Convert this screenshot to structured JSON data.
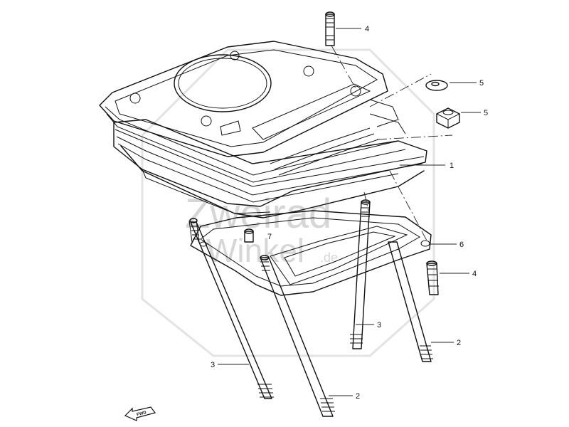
{
  "watermark": {
    "line1": "Zweirad",
    "line2": "Winkel",
    "suffix": ".de"
  },
  "fwd_label": "FWD",
  "callouts": [
    {
      "id": "c1",
      "text": "1"
    },
    {
      "id": "c2a",
      "text": "2"
    },
    {
      "id": "c2b",
      "text": "2"
    },
    {
      "id": "c3a",
      "text": "3"
    },
    {
      "id": "c3b",
      "text": "3"
    },
    {
      "id": "c4a",
      "text": "4"
    },
    {
      "id": "c4b",
      "text": "4"
    },
    {
      "id": "c5a",
      "text": "5"
    },
    {
      "id": "c5b",
      "text": "5"
    },
    {
      "id": "c6",
      "text": "6"
    },
    {
      "id": "c7",
      "text": "7"
    }
  ]
}
